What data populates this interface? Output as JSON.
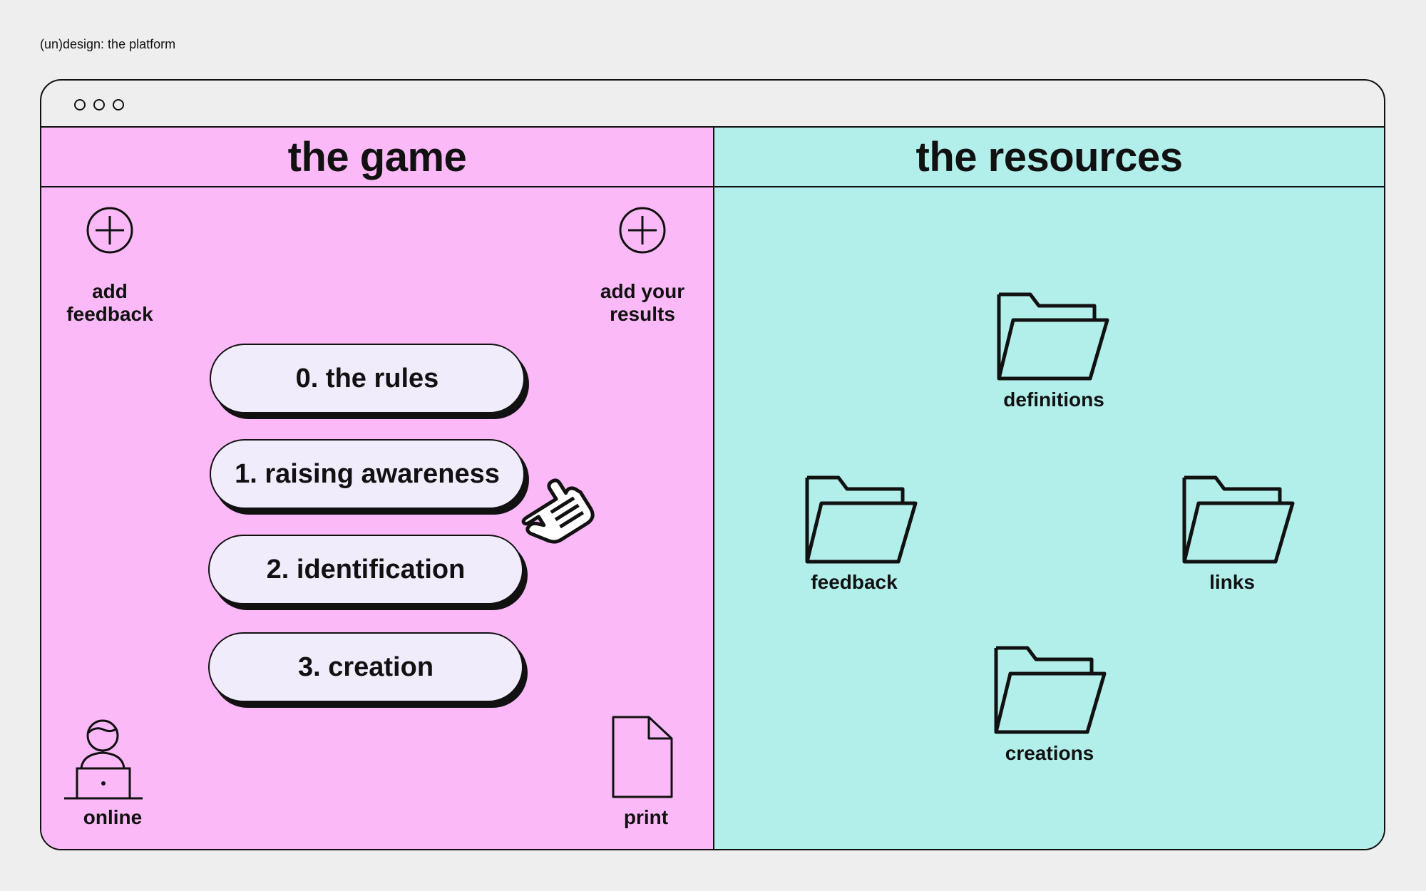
{
  "page": {
    "caption": "(un)design: the platform"
  },
  "window": {
    "dots": [
      "",
      "",
      ""
    ]
  },
  "game": {
    "title": "the game",
    "add_feedback_label": "add\nfeedback",
    "add_results_label": "add your\nresults",
    "steps": [
      {
        "label": "0. the rules"
      },
      {
        "label": "1. raising awareness"
      },
      {
        "label": "2. identification"
      },
      {
        "label": "3. creation"
      }
    ],
    "online_label": "online",
    "print_label": "print",
    "cursor_icon": "hand-pointer-icon"
  },
  "resources": {
    "title": "the resources",
    "folders": [
      {
        "label": "definitions",
        "icon": "folder-icon"
      },
      {
        "label": "feedback",
        "icon": "folder-icon"
      },
      {
        "label": "links",
        "icon": "folder-icon"
      },
      {
        "label": "creations",
        "icon": "folder-icon"
      }
    ]
  },
  "colors": {
    "game_bg": "#fbbaf7",
    "resources_bg": "#b2efeb",
    "button_bg": "#f1ecfc",
    "page_bg": "#eeeeee"
  }
}
